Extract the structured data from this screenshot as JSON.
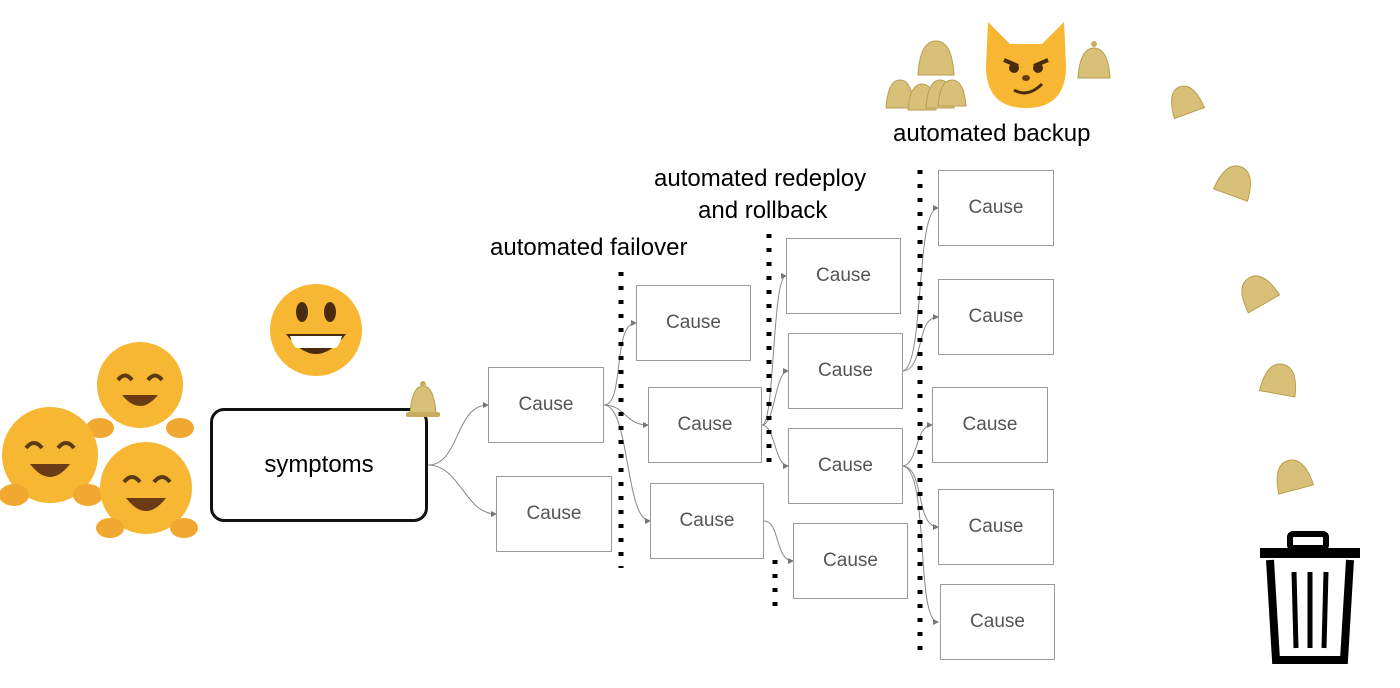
{
  "diagram": {
    "symptoms_label": "symptoms",
    "labels": {
      "failover": "automated failover",
      "redeploy_line1": "automated redeploy",
      "redeploy_line2": "and rollback",
      "backup": "automated backup"
    },
    "cause_label": "Cause",
    "colors": {
      "emoji_face": "#f7b733",
      "bell": "#d8c079",
      "line": "#777777",
      "box_border": "#9a9a9a"
    },
    "icons": [
      "hugging-face-icon",
      "grinning-face-icon",
      "bell-icon",
      "smirking-cat-icon",
      "trash-can-icon"
    ]
  }
}
